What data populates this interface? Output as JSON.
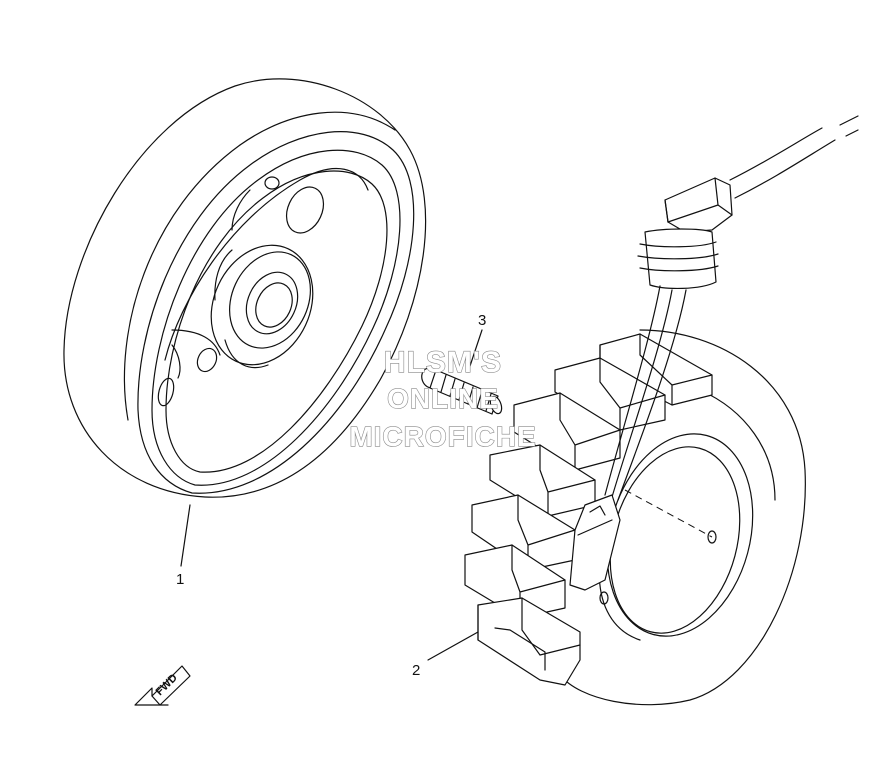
{
  "callouts": [
    {
      "number": "1"
    },
    {
      "number": "2"
    },
    {
      "number": "3"
    }
  ],
  "watermark": {
    "line1": "HLSM'S",
    "line2": "ONLINE",
    "line3": "MICROFICHE"
  },
  "direction_arrow": {
    "label": "FWD"
  },
  "colors": {
    "line": "#111111",
    "background": "#ffffff",
    "watermark_outline": "#8a8a8a"
  }
}
